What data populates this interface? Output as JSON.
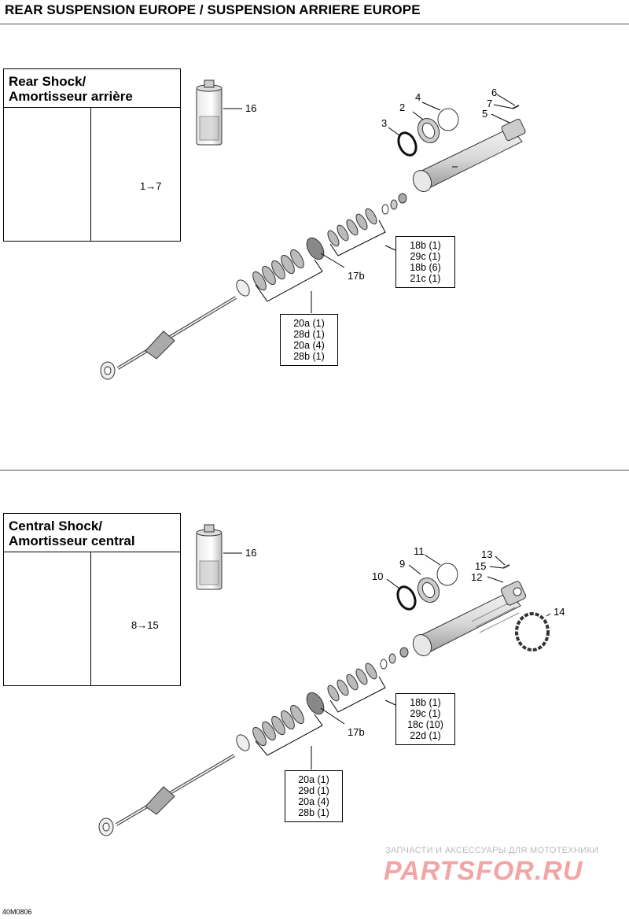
{
  "page": {
    "title": "REAR SUSPENSION EUROPE / SUSPENSION ARRIERE EUROPE",
    "doc_code": "40M0806"
  },
  "rear_section": {
    "inset_title_line1": "Rear Shock/",
    "inset_title_line2": "Amortisseur arrière",
    "inset_ref": "1→7",
    "callouts": {
      "c16": "16",
      "c2": "2",
      "c3": "3",
      "c4": "4",
      "c5": "5",
      "c6": "6",
      "c7": "7",
      "c17b": "17b"
    },
    "box_upper": [
      "18b (1)",
      "29c (1)",
      "18b (6)",
      "21c (1)"
    ],
    "box_lower": [
      "20a (1)",
      "28d (1)",
      "20a (4)",
      "28b (1)"
    ]
  },
  "central_section": {
    "inset_title_line1": "Central Shock/",
    "inset_title_line2": "Amortisseur central",
    "inset_ref": "8→15",
    "callouts": {
      "c16": "16",
      "c9": "9",
      "c10": "10",
      "c11": "11",
      "c12": "12",
      "c13": "13",
      "c14": "14",
      "c15": "15",
      "c17b": "17b"
    },
    "box_upper": [
      "18b (1)",
      "29c (1)",
      "18c (10)",
      "22d (1)"
    ],
    "box_lower": [
      "20a (1)",
      "29d (1)",
      "20a (4)",
      "28b (1)"
    ]
  },
  "watermark": {
    "line1": "ЗАПЧАСТИ И АКСЕССУАРЫ ДЛЯ МОТОТЕХНИКИ",
    "logo": "PARTSFOR.RU"
  }
}
